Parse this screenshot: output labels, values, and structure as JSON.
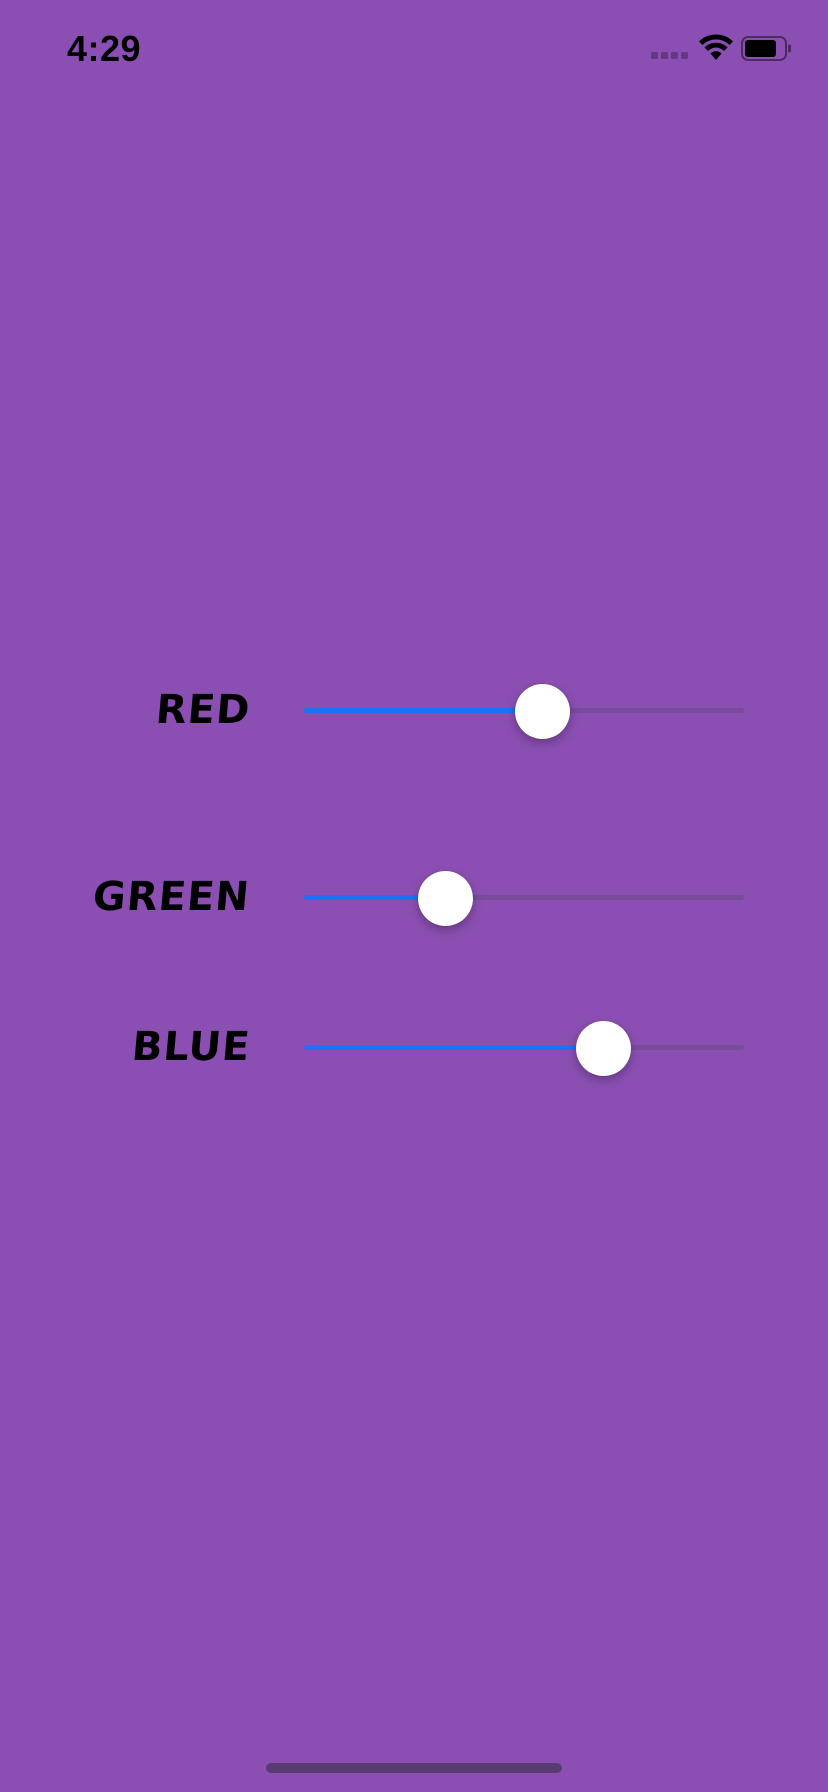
{
  "screen": {
    "background": "#8b4fb3"
  },
  "status_bar": {
    "time": "4:29",
    "icons": [
      "cellular-signal-icon",
      "wifi-icon",
      "battery-icon"
    ]
  },
  "sliders": [
    {
      "label": "RED",
      "value": 0.54,
      "fill_color": "#1a73f5"
    },
    {
      "label": "GREEN",
      "value": 0.32,
      "fill_color": "#1a73f5"
    },
    {
      "label": "BLUE",
      "value": 0.68,
      "fill_color": "#1a73f5"
    }
  ]
}
